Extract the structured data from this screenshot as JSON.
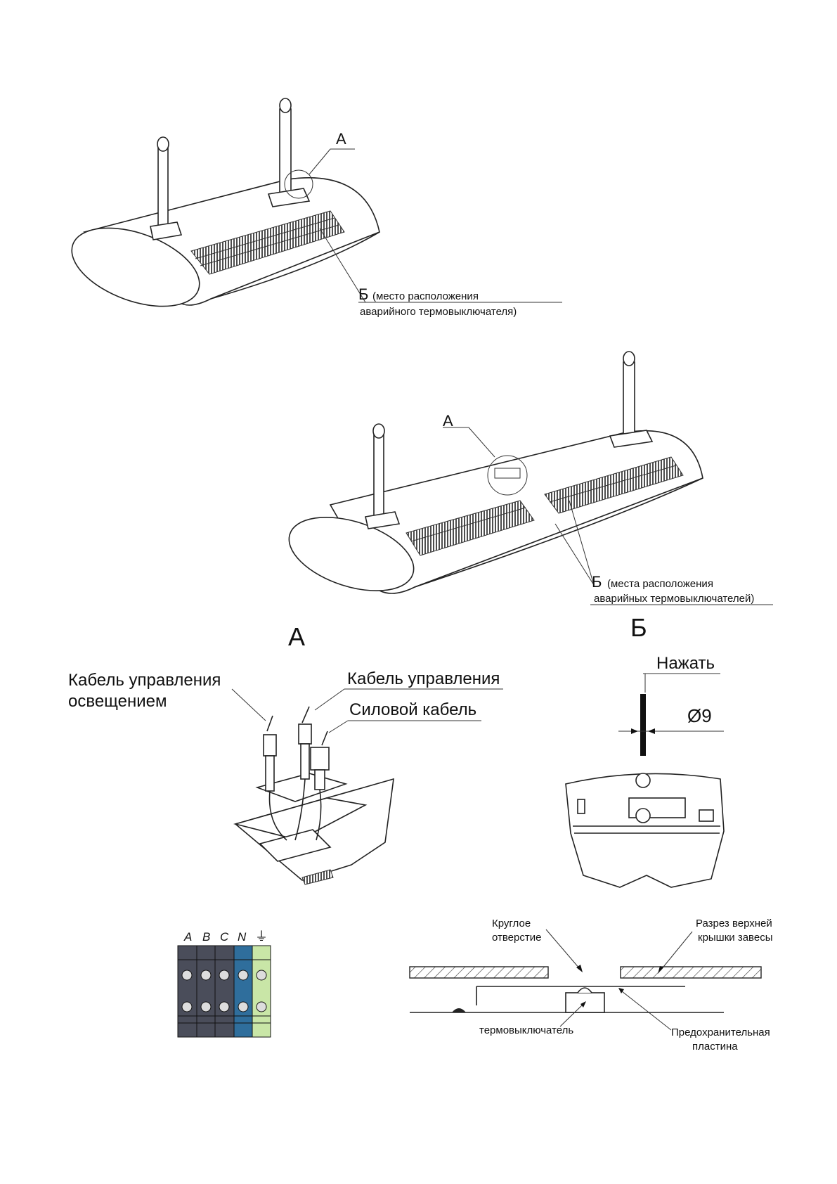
{
  "figure1": {
    "callout_a": "А",
    "callout_b_letter": "Б",
    "callout_b_text_line1": "(место расположения",
    "callout_b_text_line2": "аварийного термовыключателя)"
  },
  "figure2": {
    "callout_a": "А",
    "callout_b_letter": "Б",
    "callout_b_text_line1": "(места расположения",
    "callout_b_text_line2": "аварийных термовыключателей)"
  },
  "detail_a": {
    "title": "А",
    "lighting_cable_line1": "Кабель управления",
    "lighting_cable_line2": "освещением",
    "control_cable": "Кабель управления",
    "power_cable": "Силовой кабель"
  },
  "detail_b": {
    "title": "Б",
    "press_label": "Нажать",
    "diameter_label": "Ø9"
  },
  "terminal_block": {
    "labels": [
      "A",
      "B",
      "C",
      "N",
      "⏚"
    ],
    "colors": {
      "phase": "#4a4d5a",
      "neutral": "#2f6e9c",
      "earth": "#c9e6a7"
    }
  },
  "section": {
    "round_hole_line1": "Круглое",
    "round_hole_line2": "отверстие",
    "top_cover_line1": "Разрез верхней",
    "top_cover_line2": "крышки завесы",
    "thermoswitch": "термовыключатель",
    "safety_plate_line1": "Предохранительная",
    "safety_plate_line2": "пластина"
  }
}
